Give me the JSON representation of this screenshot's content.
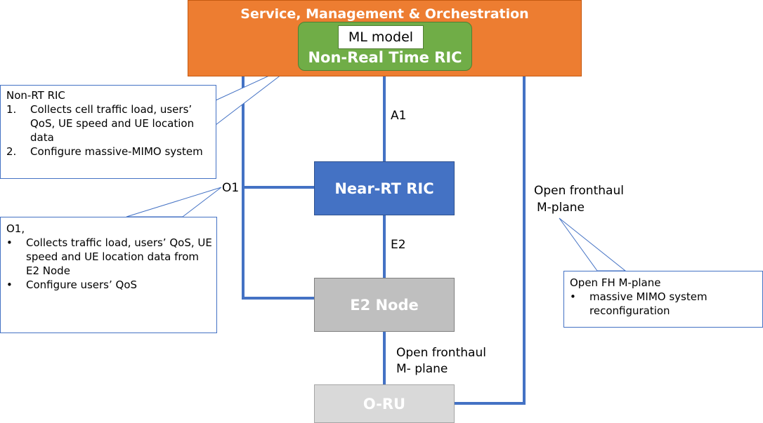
{
  "smo": {
    "title": "Service, Management & Orchestration"
  },
  "non_rt_ric": {
    "ml_model": "ML model",
    "title": "Non-Real Time RIC"
  },
  "near_rt_ric": {
    "title": "Near-RT RIC"
  },
  "e2_node": {
    "title": "E2 Node"
  },
  "o_ru": {
    "title": "O-RU"
  },
  "links": {
    "a1": "A1",
    "o1": "O1",
    "e2": "E2",
    "fh_right_line1": "Open fronthaul",
    "fh_right_line2": "M-plane",
    "fh_center_line1": "Open fronthaul",
    "fh_center_line2": "M- plane"
  },
  "callouts": {
    "non_rt": {
      "heading": "Non-RT RIC",
      "items": [
        {
          "marker": "1.",
          "lines": [
            "Collects cell traffic load, users’",
            "QoS, UE speed and UE location",
            "data"
          ]
        },
        {
          "marker": "2.",
          "lines": [
            "Configure massive-MIMO system"
          ]
        }
      ]
    },
    "o1": {
      "heading": "O1,",
      "items": [
        {
          "marker": "•",
          "lines": [
            "Collects traffic load, users’ QoS, UE",
            "speed and UE location data from",
            "E2 Node"
          ]
        },
        {
          "marker": "•",
          "lines": [
            "Configure users’ QoS"
          ]
        }
      ]
    },
    "fh": {
      "heading": "Open FH M-plane",
      "items": [
        {
          "marker": "•",
          "lines": [
            "massive MIMO system",
            "reconfiguration"
          ]
        }
      ]
    }
  },
  "colors": {
    "smo": "#ed7d31",
    "non_rt_ric": "#70ad47",
    "near_rt_ric": "#4472c4",
    "e2_node": "#bfbfbf",
    "o_ru": "#d9d9d9",
    "connector": "#4472c4",
    "callout_border": "#4472c4"
  }
}
